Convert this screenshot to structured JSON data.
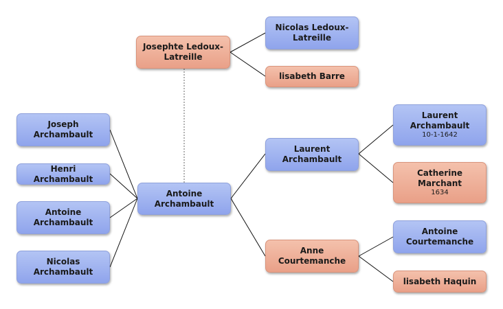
{
  "people": {
    "josephte": {
      "name": "Josephte Ledoux-Latreille"
    },
    "nicolas_ledoux": {
      "name": "Nicolas Ledoux-Latreille"
    },
    "lisabeth_barre": {
      "name": "lisabeth Barre"
    },
    "joseph": {
      "name": "Joseph Archambault"
    },
    "henri": {
      "name": "Henri Archambault"
    },
    "antoine_sib": {
      "name": "Antoine Archambault"
    },
    "nicolas_arch": {
      "name": "Nicolas Archambault"
    },
    "antoine": {
      "name": "Antoine Archambault"
    },
    "laurent": {
      "name": "Laurent Archambault"
    },
    "laurent_sr": {
      "name": "Laurent Archambault",
      "date": "10-1-1642"
    },
    "catherine": {
      "name": "Catherine Marchant",
      "date": "1634"
    },
    "anne": {
      "name": "Anne Courtemanche"
    },
    "antoine_court": {
      "name": "Antoine Courtemanche"
    },
    "lisabeth_haquin": {
      "name": "lisabeth Haquin"
    }
  },
  "colors": {
    "male": "#9fb3f0",
    "female": "#eeaf97",
    "line": "#111111"
  }
}
